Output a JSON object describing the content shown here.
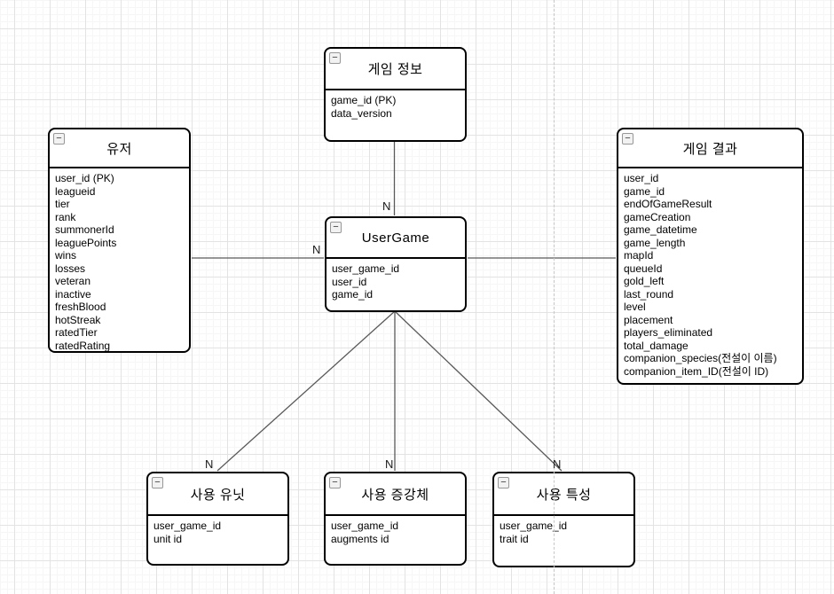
{
  "diagram": {
    "cardinality_label": "N",
    "icons": {
      "collapse_glyph": "−"
    },
    "entities": [
      {
        "title": "게임 정보",
        "fields": [
          "game_id (PK)",
          "data_version"
        ]
      },
      {
        "title": "유저",
        "fields": [
          "user_id (PK)",
          "leagueid",
          "tier",
          "rank",
          "summonerId",
          "leaguePoints",
          "wins",
          "losses",
          "veteran",
          "inactive",
          "freshBlood",
          "hotStreak",
          "ratedTier",
          "ratedRating"
        ]
      },
      {
        "title": "게임 결과",
        "fields": [
          "user_id",
          "game_id",
          "endOfGameResult",
          "gameCreation",
          "game_datetime",
          "game_length",
          "mapId",
          "queueId",
          "gold_left",
          "last_round",
          "level",
          "placement",
          "players_eliminated",
          "total_damage",
          "companion_species(전설이 이름)",
          "companion_item_ID(전설이 ID)"
        ]
      },
      {
        "title": "UserGame",
        "fields": [
          "user_game_id",
          "user_id",
          "game_id"
        ]
      },
      {
        "title": "사용 유닛",
        "fields": [
          "user_game_id",
          "unit id"
        ]
      },
      {
        "title": "사용 증강체",
        "fields": [
          "user_game_id",
          "augments id"
        ]
      },
      {
        "title": "사용 특성",
        "fields": [
          "user_game_id",
          "trait id"
        ]
      }
    ]
  }
}
